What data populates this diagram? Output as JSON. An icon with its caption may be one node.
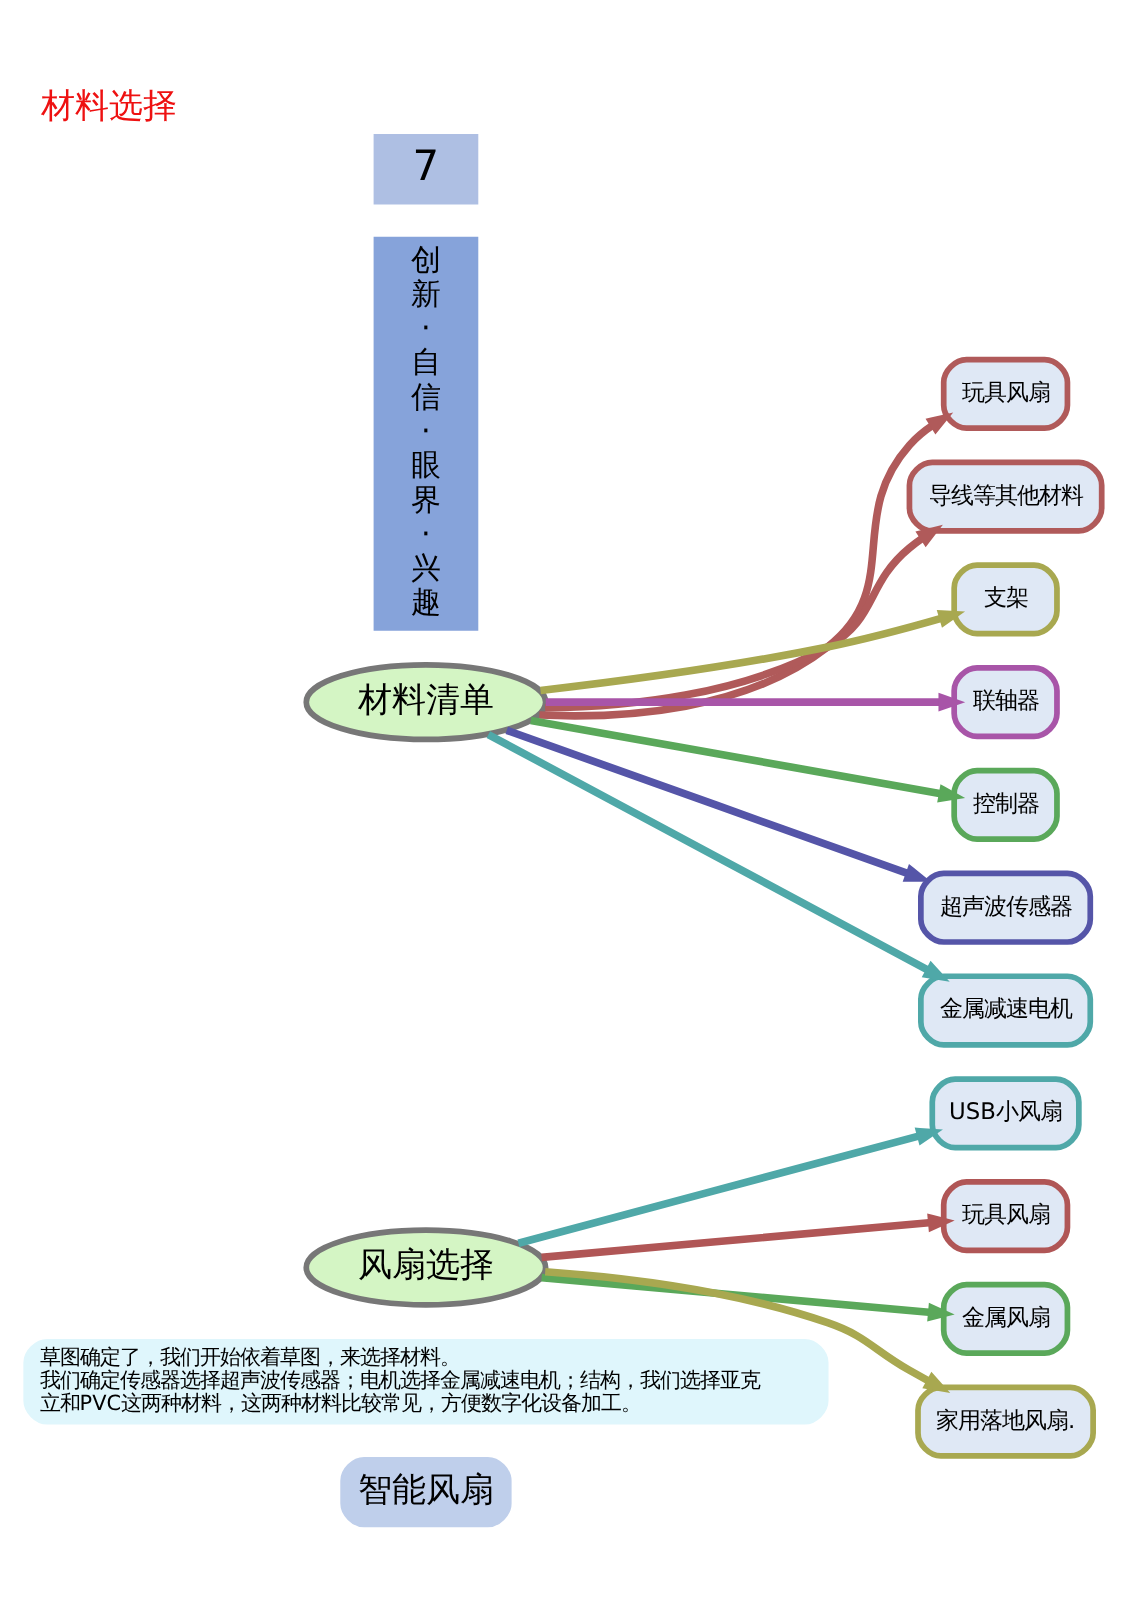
{
  "diagram": {
    "title": "材料选择",
    "nodes": [
      {
        "text": [
          "智能风扇"
        ]
      },
      {
        "text": [
          "草图确定了，我们开始依着草图，来选择材料。",
          "我们确定传感器选择超声波传感器；电机选择金属减速电机；结构，我们选择亚克立和PVC这两种材料，这两种材料比较常见，方便数字化设备加工。"
        ]
      },
      {
        "text": [
          "风扇选择"
        ]
      },
      {
        "text": [
          "USB小风扇"
        ]
      },
      {
        "text": [
          "玩具风扇"
        ]
      },
      {
        "text": [
          "金属风扇"
        ]
      },
      {
        "text": [
          "家用落地风扇."
        ]
      },
      {
        "text": [
          "材料清单"
        ]
      },
      {
        "text": [
          "玩具风扇"
        ]
      },
      {
        "text": [
          "导线等其他材料"
        ]
      },
      {
        "text": [
          "支架"
        ]
      },
      {
        "text": [
          "联轴器"
        ]
      },
      {
        "text": [
          "控制器"
        ]
      },
      {
        "text": [
          "超声波传感器"
        ]
      },
      {
        "text": [
          "金属减速电机"
        ]
      },
      {
        "text": [
          "创新·自信·眼界·兴趣"
        ]
      }
    ],
    "edges": [
      {
        "from": 2,
        "to": 3,
        "arrow": "to",
        "color": "#4fa8a8"
      },
      {
        "from": 2,
        "to": 4,
        "arrow": "to",
        "color": "#b05656"
      },
      {
        "from": 2,
        "to": 5,
        "arrow": "to",
        "color": "#5aa85a"
      },
      {
        "from": 2,
        "to": 6,
        "arrow": "to",
        "color": "#a8a850"
      },
      {
        "from": 7,
        "to": 8,
        "arrow": "to",
        "color": "#b05a5a"
      },
      {
        "from": 7,
        "to": 9,
        "arrow": "to",
        "color": "#b05a5a"
      },
      {
        "from": 7,
        "to": 10,
        "arrow": "to",
        "color": "#a8a850"
      },
      {
        "from": 7,
        "to": 11,
        "arrow": "to",
        "color": "#a855a8"
      },
      {
        "from": 7,
        "to": 12,
        "arrow": "to",
        "color": "#5aa85a"
      },
      {
        "from": 7,
        "to": 13,
        "arrow": "to",
        "color": "#5555a8"
      },
      {
        "from": 7,
        "to": 14,
        "arrow": "to",
        "color": "#4fa8a8"
      }
    ],
    "labels": [
      "7"
    ]
  }
}
